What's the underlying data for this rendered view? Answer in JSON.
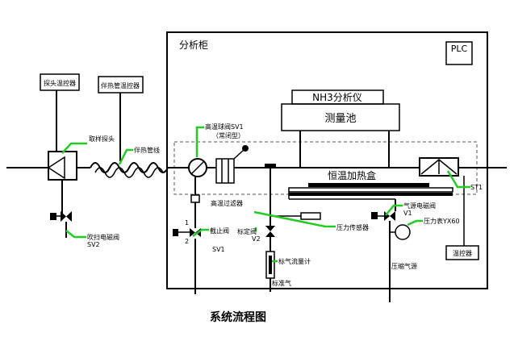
{
  "diagram": {
    "cabinet_label": "分析柜",
    "plc_label": "PLC",
    "analyzer_label": "NH3分析仪",
    "cell_label": "测量池",
    "heater_label": "恒温加热盒",
    "probe_temp_ctrl": "探头温控器",
    "pipe_temp_ctrl": "伴热管温控器",
    "sampling_probe": "取样探头",
    "heat_trace": "伴热管线",
    "blow_valve": "吹扫电磁阀",
    "blow_valve_id": "SV2",
    "ball_valve": "高温球阀SV1",
    "ball_valve_note": "（常闭型）",
    "filter_label": "高温过滤器",
    "port1": "1",
    "port2": "2",
    "stop_valve": "截止阀",
    "stop_valve_id": "SV1",
    "cal_valve": "标定阀",
    "cal_valve_id": "V2",
    "pressure_sensor": "压力传感器",
    "flowmeter": "标气流量计",
    "std_gas": "标准气",
    "air_valve": "气源电磁阀",
    "air_valve_id": "V1",
    "pressure_gauge": "压力表YX60",
    "compressed_air": "压缩气源",
    "temp_ctrl": "温控器",
    "st1": "ST1",
    "caption": "系统流程图"
  },
  "colors": {
    "pointer_green": "#22cc22",
    "line": "#000000"
  }
}
